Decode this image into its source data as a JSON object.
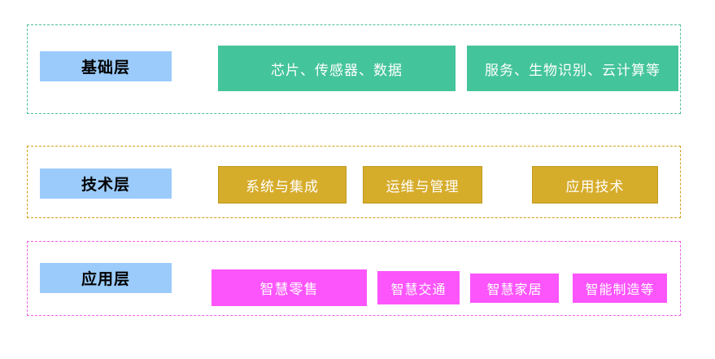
{
  "diagram": {
    "title": "",
    "layers": [
      {
        "id": "foundation",
        "label": "基础层",
        "band_color": "#4CC096",
        "node_color": "#44C49A",
        "label_color": "#9BCBFA",
        "nodes": [
          {
            "id": "chip",
            "text": "芯片、传感器、数据"
          },
          {
            "id": "service",
            "text": "服务、生物识别、云计算等"
          }
        ]
      },
      {
        "id": "technology",
        "label": "技术层",
        "band_color": "#D4A017",
        "node_color": "#D6AC2B",
        "node_border_color": "#C09A1E",
        "label_color": "#9BCBFA",
        "nodes": [
          {
            "id": "sysint",
            "text": "系统与集成"
          },
          {
            "id": "opsmgmt",
            "text": "运维与管理"
          },
          {
            "id": "apptech",
            "text": "应用技术"
          }
        ]
      },
      {
        "id": "application",
        "label": "应用层",
        "band_color": "#F060E8",
        "node_color": "#FB55FB",
        "label_color": "#9BCBFA",
        "nodes": [
          {
            "id": "retail",
            "text": "智慧零售"
          },
          {
            "id": "traffic",
            "text": "智慧交通"
          },
          {
            "id": "home",
            "text": "智慧家居"
          },
          {
            "id": "mfg",
            "text": "智能制造等"
          }
        ]
      }
    ]
  }
}
